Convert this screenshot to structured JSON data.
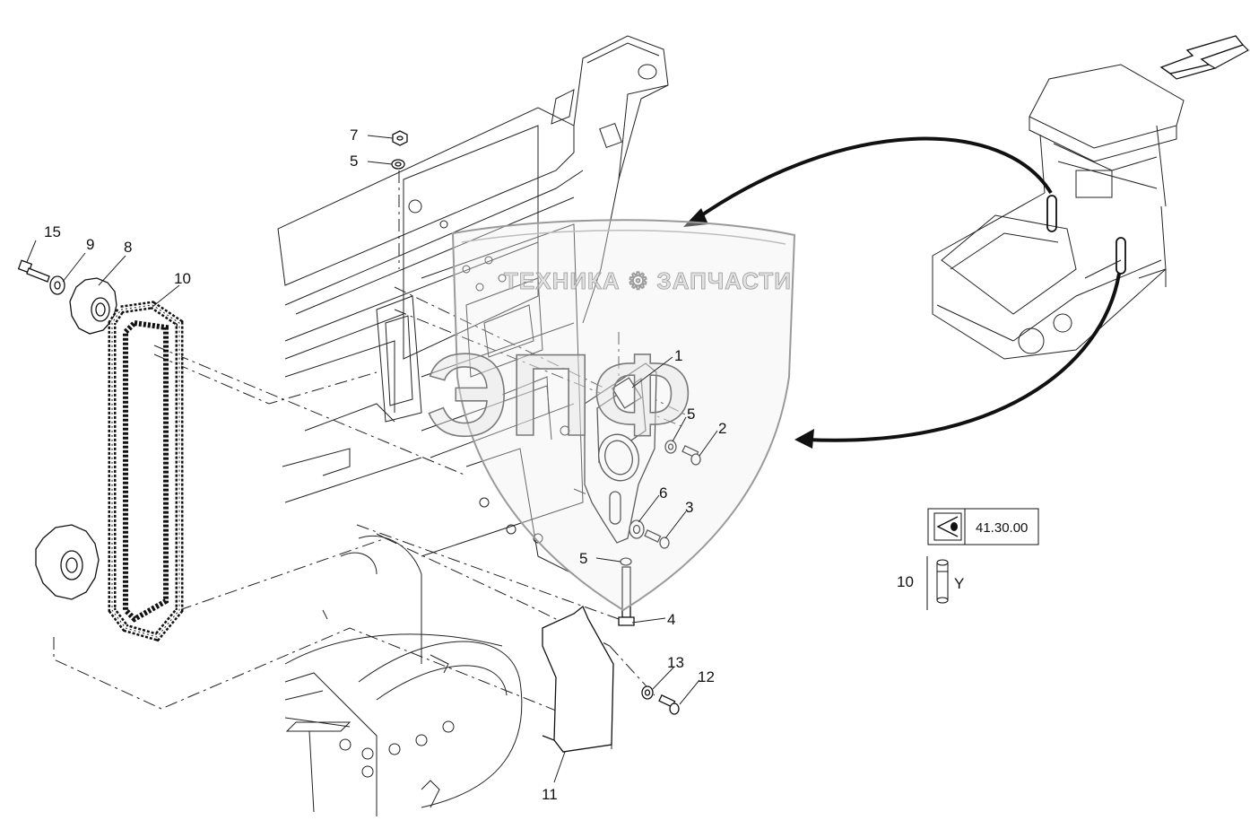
{
  "callouts": [
    {
      "id": "c15",
      "text": "15"
    },
    {
      "id": "c9",
      "text": "9"
    },
    {
      "id": "c8",
      "text": "8"
    },
    {
      "id": "c10a",
      "text": "10"
    },
    {
      "id": "c7",
      "text": "7"
    },
    {
      "id": "c5a",
      "text": "5"
    },
    {
      "id": "c1",
      "text": "1"
    },
    {
      "id": "c5b",
      "text": "5"
    },
    {
      "id": "c2",
      "text": "2"
    },
    {
      "id": "c6",
      "text": "6"
    },
    {
      "id": "c3",
      "text": "3"
    },
    {
      "id": "c5c",
      "text": "5"
    },
    {
      "id": "c4",
      "text": "4"
    },
    {
      "id": "c13",
      "text": "13"
    },
    {
      "id": "c12",
      "text": "12"
    },
    {
      "id": "c11",
      "text": "11"
    }
  ],
  "reference_box": {
    "code": "41.30.00",
    "icon": "eye-icon"
  },
  "lubrication_note": {
    "item": "10",
    "symbol": "Y"
  },
  "watermark": {
    "line": "ТЕХНИКА  ⚙  ЗАПЧАСТИ",
    "logo": "ЭПФ"
  },
  "colors": {
    "line": "#111111",
    "watermark": "#8a8a8a",
    "background": "#ffffff"
  }
}
